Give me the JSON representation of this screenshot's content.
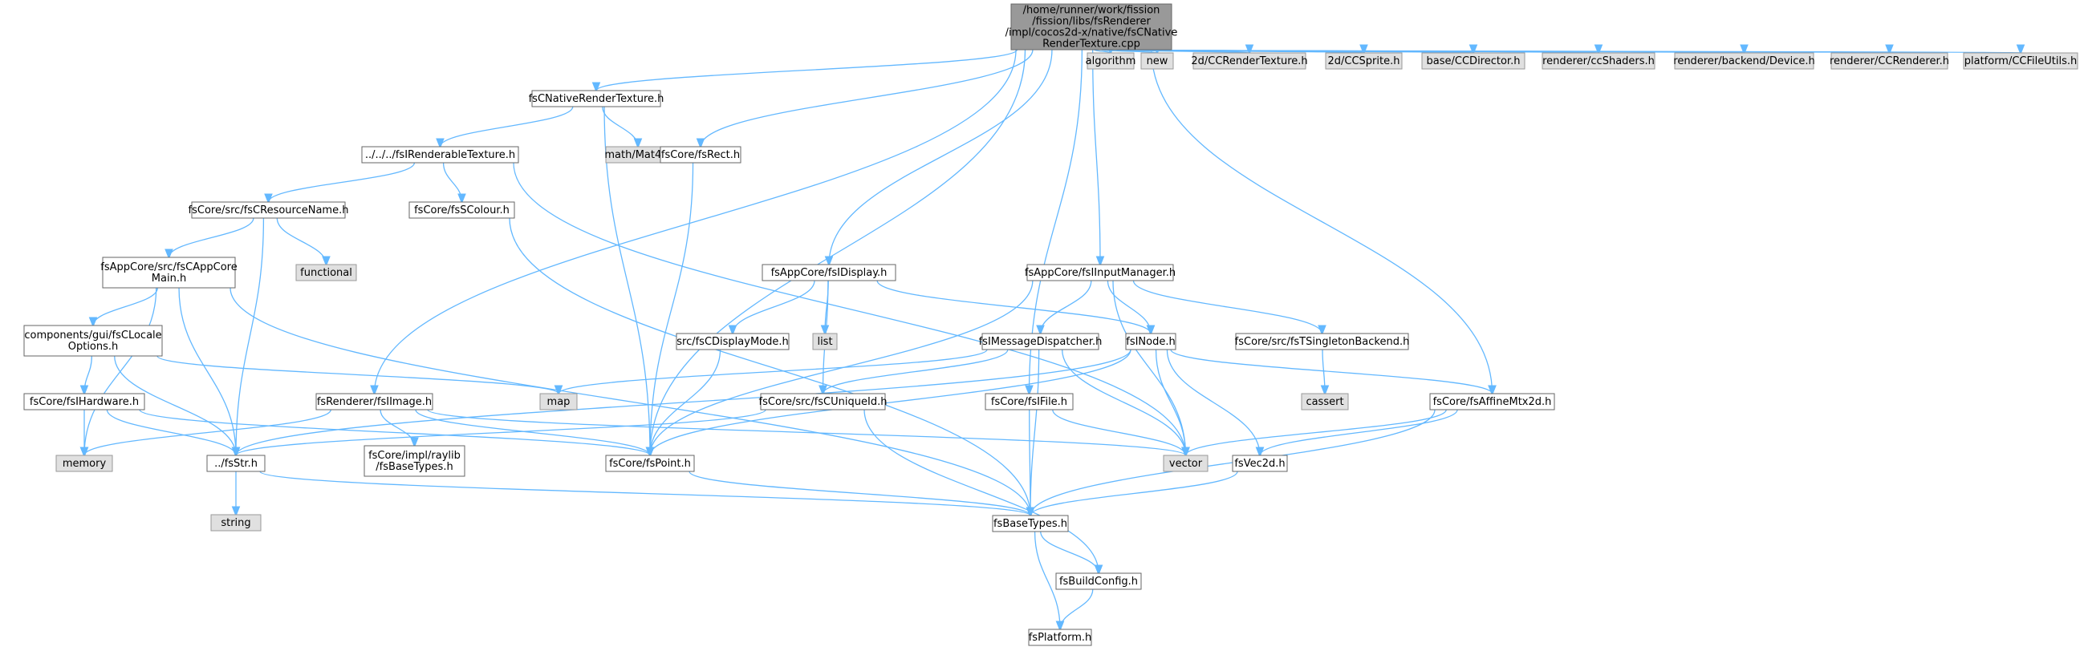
{
  "graph": {
    "colors": {
      "edge": "#63b8ff",
      "node_border": "#666666",
      "node_fill": "#ffffff",
      "system_fill": "#e0e0e0",
      "root_fill": "#999999"
    },
    "nodes": [
      {
        "id": "root",
        "lines": [
          "/home/runner/work/fission",
          "/fission/libs/fsRenderer",
          "/impl/cocos2d-x/native/fsCNative",
          "RenderTexture.cpp"
        ],
        "kind": "root"
      },
      {
        "id": "fsCNativeRenderTexture",
        "lines": [
          "fsCNativeRenderTexture.h"
        ],
        "kind": "file"
      },
      {
        "id": "algorithm",
        "lines": [
          "algorithm"
        ],
        "kind": "system"
      },
      {
        "id": "new",
        "lines": [
          "new"
        ],
        "kind": "system"
      },
      {
        "id": "CCRenderTexture",
        "lines": [
          "2d/CCRenderTexture.h"
        ],
        "kind": "system"
      },
      {
        "id": "CCSprite",
        "lines": [
          "2d/CCSprite.h"
        ],
        "kind": "system"
      },
      {
        "id": "CCDirector",
        "lines": [
          "base/CCDirector.h"
        ],
        "kind": "system"
      },
      {
        "id": "ccShaders",
        "lines": [
          "renderer/ccShaders.h"
        ],
        "kind": "system"
      },
      {
        "id": "Device",
        "lines": [
          "renderer/backend/Device.h"
        ],
        "kind": "system"
      },
      {
        "id": "CCRenderer",
        "lines": [
          "renderer/CCRenderer.h"
        ],
        "kind": "system"
      },
      {
        "id": "CCFileUtils",
        "lines": [
          "platform/CCFileUtils.h"
        ],
        "kind": "system"
      },
      {
        "id": "fsIRenderableTexture",
        "lines": [
          "../../../fsIRenderableTexture.h"
        ],
        "kind": "file"
      },
      {
        "id": "Mat4",
        "lines": [
          "math/Mat4.h"
        ],
        "kind": "system"
      },
      {
        "id": "fsRect",
        "lines": [
          "fsCore/fsRect.h"
        ],
        "kind": "file"
      },
      {
        "id": "fsCResourceName",
        "lines": [
          "fsCore/src/fsCResourceName.h"
        ],
        "kind": "file"
      },
      {
        "id": "fsSColour",
        "lines": [
          "fsCore/fsSColour.h"
        ],
        "kind": "file"
      },
      {
        "id": "functional",
        "lines": [
          "functional"
        ],
        "kind": "system"
      },
      {
        "id": "fsCAppCoreMain",
        "lines": [
          "fsAppCore/src/fsCAppCore",
          "Main.h"
        ],
        "kind": "file"
      },
      {
        "id": "fsCLocaleOptions",
        "lines": [
          "components/gui/fsCLocale",
          "Options.h"
        ],
        "kind": "file"
      },
      {
        "id": "fsIHardware",
        "lines": [
          "fsCore/fsIHardware.h"
        ],
        "kind": "file"
      },
      {
        "id": "memory",
        "lines": [
          "memory"
        ],
        "kind": "system"
      },
      {
        "id": "fsStr",
        "lines": [
          "../fsStr.h"
        ],
        "kind": "file"
      },
      {
        "id": "string",
        "lines": [
          "string"
        ],
        "kind": "system"
      },
      {
        "id": "fsIImage",
        "lines": [
          "fsRenderer/fsIImage.h"
        ],
        "kind": "file"
      },
      {
        "id": "raylibBaseTypes",
        "lines": [
          "fsCore/impl/raylib",
          "/fsBaseTypes.h"
        ],
        "kind": "file"
      },
      {
        "id": "map",
        "lines": [
          "map"
        ],
        "kind": "system"
      },
      {
        "id": "fsPoint",
        "lines": [
          "fsCore/fsPoint.h"
        ],
        "kind": "file"
      },
      {
        "id": "fsIDisplay",
        "lines": [
          "fsAppCore/fsIDisplay.h"
        ],
        "kind": "file"
      },
      {
        "id": "fsCDisplayMode",
        "lines": [
          "src/fsCDisplayMode.h"
        ],
        "kind": "file"
      },
      {
        "id": "list",
        "lines": [
          "list"
        ],
        "kind": "system"
      },
      {
        "id": "fsCUniqueId",
        "lines": [
          "fsCore/src/fsCUniqueId.h"
        ],
        "kind": "file"
      },
      {
        "id": "fsIInputManager",
        "lines": [
          "fsAppCore/fsIInputManager.h"
        ],
        "kind": "file"
      },
      {
        "id": "fsIMessageDispatcher",
        "lines": [
          "fsIMessageDispatcher.h"
        ],
        "kind": "file"
      },
      {
        "id": "fsINode",
        "lines": [
          "fsINode.h"
        ],
        "kind": "file"
      },
      {
        "id": "fsTSingletonBackend",
        "lines": [
          "fsCore/src/fsTSingletonBackend.h"
        ],
        "kind": "file"
      },
      {
        "id": "cassert",
        "lines": [
          "cassert"
        ],
        "kind": "system"
      },
      {
        "id": "fsIFile",
        "lines": [
          "fsCore/fsIFile.h"
        ],
        "kind": "file"
      },
      {
        "id": "vector",
        "lines": [
          "vector"
        ],
        "kind": "system"
      },
      {
        "id": "fsAffineMtx2d",
        "lines": [
          "fsCore/fsAffineMtx2d.h"
        ],
        "kind": "file"
      },
      {
        "id": "fsVec2d",
        "lines": [
          "fsVec2d.h"
        ],
        "kind": "file"
      },
      {
        "id": "fsBaseTypes",
        "lines": [
          "fsBaseTypes.h"
        ],
        "kind": "file"
      },
      {
        "id": "fsBuildConfig",
        "lines": [
          "fsBuildConfig.h"
        ],
        "kind": "file"
      },
      {
        "id": "fsPlatform",
        "lines": [
          "fsPlatform.h"
        ],
        "kind": "file"
      }
    ],
    "edges": [
      [
        "root",
        "fsCNativeRenderTexture"
      ],
      [
        "root",
        "algorithm"
      ],
      [
        "root",
        "new"
      ],
      [
        "root",
        "CCRenderTexture"
      ],
      [
        "root",
        "CCSprite"
      ],
      [
        "root",
        "CCDirector"
      ],
      [
        "root",
        "ccShaders"
      ],
      [
        "root",
        "Device"
      ],
      [
        "root",
        "CCRenderer"
      ],
      [
        "root",
        "CCFileUtils"
      ],
      [
        "root",
        "fsRect"
      ],
      [
        "root",
        "fsIImage"
      ],
      [
        "root",
        "fsPoint"
      ],
      [
        "root",
        "fsIDisplay"
      ],
      [
        "root",
        "fsIInputManager"
      ],
      [
        "root",
        "fsIFile"
      ],
      [
        "root",
        "fsAffineMtx2d"
      ],
      [
        "fsCNativeRenderTexture",
        "fsIRenderableTexture"
      ],
      [
        "fsCNativeRenderTexture",
        "Mat4"
      ],
      [
        "fsCNativeRenderTexture",
        "fsPoint"
      ],
      [
        "fsIRenderableTexture",
        "fsCResourceName"
      ],
      [
        "fsIRenderableTexture",
        "fsSColour"
      ],
      [
        "fsIRenderableTexture",
        "vector"
      ],
      [
        "fsRect",
        "fsPoint"
      ],
      [
        "fsCResourceName",
        "fsCAppCoreMain"
      ],
      [
        "fsCResourceName",
        "functional"
      ],
      [
        "fsCResourceName",
        "fsStr"
      ],
      [
        "fsSColour",
        "fsBaseTypes"
      ],
      [
        "fsCAppCoreMain",
        "fsCLocaleOptions"
      ],
      [
        "fsCAppCoreMain",
        "memory"
      ],
      [
        "fsCAppCoreMain",
        "fsStr"
      ],
      [
        "fsCAppCoreMain",
        "fsBaseTypes"
      ],
      [
        "fsCLocaleOptions",
        "fsIHardware"
      ],
      [
        "fsCLocaleOptions",
        "fsStr"
      ],
      [
        "fsCLocaleOptions",
        "map"
      ],
      [
        "fsIHardware",
        "memory"
      ],
      [
        "fsIHardware",
        "fsStr"
      ],
      [
        "fsIHardware",
        "fsPoint"
      ],
      [
        "fsStr",
        "string"
      ],
      [
        "fsStr",
        "fsBaseTypes"
      ],
      [
        "fsIImage",
        "memory"
      ],
      [
        "fsIImage",
        "raylibBaseTypes"
      ],
      [
        "fsIImage",
        "fsPoint"
      ],
      [
        "fsIImage",
        "vector"
      ],
      [
        "fsPoint",
        "fsBaseTypes"
      ],
      [
        "fsIDisplay",
        "fsCDisplayMode"
      ],
      [
        "fsIDisplay",
        "list"
      ],
      [
        "fsIDisplay",
        "fsCUniqueId"
      ],
      [
        "fsIDisplay",
        "fsINode"
      ],
      [
        "fsCDisplayMode",
        "fsPoint"
      ],
      [
        "fsCUniqueId",
        "fsStr"
      ],
      [
        "fsCUniqueId",
        "fsBuildConfig"
      ],
      [
        "fsIInputManager",
        "fsIMessageDispatcher"
      ],
      [
        "fsIInputManager",
        "fsINode"
      ],
      [
        "fsIInputManager",
        "fsTSingletonBackend"
      ],
      [
        "fsIInputManager",
        "fsPoint"
      ],
      [
        "fsIInputManager",
        "vector"
      ],
      [
        "fsIMessageDispatcher",
        "map"
      ],
      [
        "fsIMessageDispatcher",
        "fsCUniqueId"
      ],
      [
        "fsIMessageDispatcher",
        "vector"
      ],
      [
        "fsIMessageDispatcher",
        "fsBaseTypes"
      ],
      [
        "fsINode",
        "fsStr"
      ],
      [
        "fsINode",
        "fsPoint"
      ],
      [
        "fsINode",
        "vector"
      ],
      [
        "fsINode",
        "fsVec2d"
      ],
      [
        "fsINode",
        "fsAffineMtx2d"
      ],
      [
        "fsTSingletonBackend",
        "cassert"
      ],
      [
        "fsIFile",
        "vector"
      ],
      [
        "fsIFile",
        "fsBaseTypes"
      ],
      [
        "fsAffineMtx2d",
        "vector"
      ],
      [
        "fsAffineMtx2d",
        "fsVec2d"
      ],
      [
        "fsAffineMtx2d",
        "fsBaseTypes"
      ],
      [
        "fsVec2d",
        "fsBaseTypes"
      ],
      [
        "fsBaseTypes",
        "fsBuildConfig"
      ],
      [
        "fsBaseTypes",
        "fsPlatform"
      ],
      [
        "fsBuildConfig",
        "fsPlatform"
      ]
    ]
  }
}
